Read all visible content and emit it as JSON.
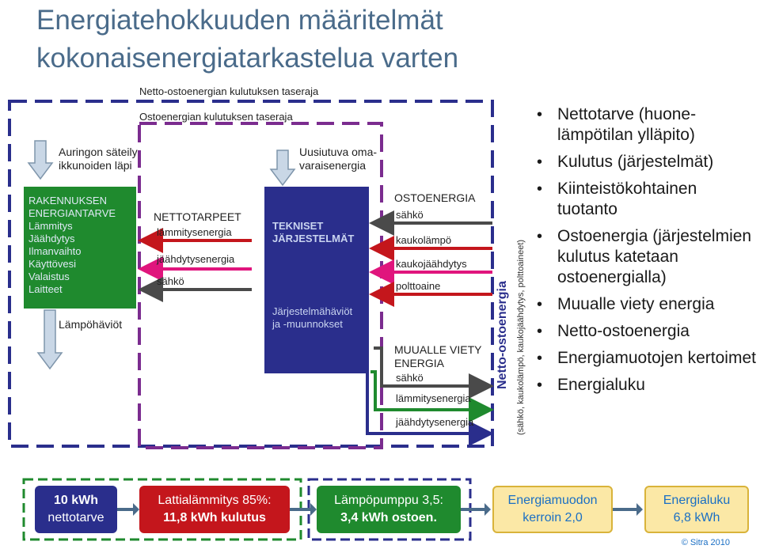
{
  "title": {
    "line1": "Energiatehokkuuden määritelmät",
    "line2": "kokonaisenergiatarkastelua varten"
  },
  "boundaries": {
    "net_purchased": "Netto-ostoenergian kulutuksen taseraja",
    "purchased": "Ostoenergian kulutuksen taseraja"
  },
  "inputs": {
    "solar": [
      "Auringon säteily",
      "ikkunoiden läpi"
    ],
    "renewable": [
      "Uusiutuva oma-",
      "varaisenergia"
    ]
  },
  "building": {
    "lines": [
      "RAKENNUKSEN",
      "ENERGIANTARVE",
      "Lämmitys",
      "Jäähdytys",
      "Ilmanvaihto",
      "Käyttövesi",
      "Valaistus",
      "Laitteet"
    ],
    "heat_loss": "Lämpöhäviöt"
  },
  "net_needs": {
    "title": "NETTOTARPEET",
    "items": [
      "lämmitysenergia",
      "jäähdytysenergia",
      "sähkö"
    ]
  },
  "systems": {
    "title": [
      "TEKNISET",
      "JÄRJESTELMÄT"
    ],
    "losses": [
      "Järjestelmähäviöt",
      "ja -muunnokset"
    ]
  },
  "purchased_energy": {
    "title": "OSTOENERGIA",
    "items": [
      "sähkö",
      "kaukolämpö",
      "kaukojäähdytys",
      "polttoaine"
    ]
  },
  "exported_energy": {
    "title": [
      "MUUALLE VIETY",
      "ENERGIA"
    ],
    "items": [
      "sähkö",
      "lämmitysenergia",
      "jäähdytysenergia"
    ]
  },
  "vertical": {
    "main": "Netto-ostoenergia",
    "sub": "(sähkö, kaukolämpö, kaukojäähdytys, polttoaineet)"
  },
  "bullets": [
    "Nettotarve (huone-lämpötilan ylläpito)",
    "Kulutus (järjestelmät)",
    "Kiinteistökohtainen tuotanto",
    "Ostoenergia (järjestelmien kulutus katetaan ostoenergialla)",
    "Muualle viety energia",
    "Netto-ostoenergia",
    "Energiamuotojen kertoimet",
    "Energialuku"
  ],
  "calculation": [
    {
      "line1": "10 kWh",
      "line2": "nettotarve"
    },
    {
      "line1": "Lattialämmitys 85%:",
      "line2": "11,8 kWh kulutus"
    },
    {
      "line1": "Lämpöpumppu 3,5:",
      "line2": "3,4 kWh ostoen."
    },
    {
      "line1": "Energiamuodon",
      "line2": "kerroin 2,0"
    },
    {
      "line1": "Energialuku",
      "line2": "6,8 kWh"
    }
  ],
  "footer": "© Sitra 2010",
  "colors": {
    "navy": "#2a2e8c",
    "green": "#1f8a2e",
    "red": "#c4161c",
    "pink": "#e0157d",
    "gray_arrow": "#4a4a4a",
    "yellow_box": "#fbe8a6"
  }
}
